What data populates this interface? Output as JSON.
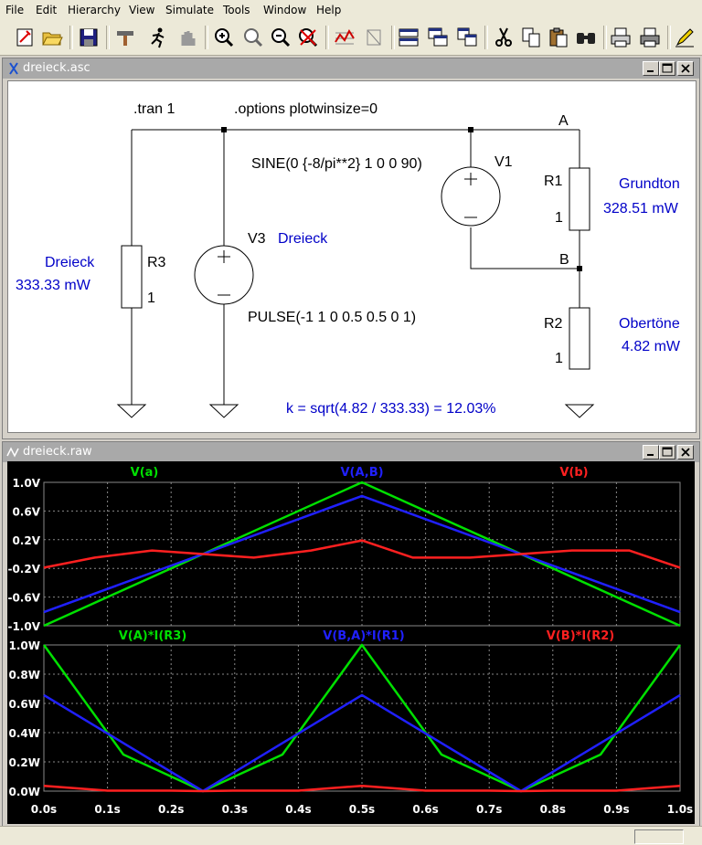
{
  "menu": [
    "File",
    "Edit",
    "Hierarchy",
    "View",
    "Simulate",
    "Tools",
    "Window",
    "Help"
  ],
  "toolbar": {
    "groups": [
      [
        "new-schematic-icon",
        "open-icon"
      ],
      [
        "save-icon"
      ],
      [
        "control-panel-icon",
        "run-icon",
        "halt-icon"
      ],
      [
        "zoom-in-icon",
        "pan-icon",
        "zoom-out-icon",
        "zoom-cancel-icon"
      ],
      [
        "autorange-icon",
        "voltage-marker-icon"
      ],
      [
        "tile-horizontal-icon",
        "cascade-icon",
        "tile-vertical-icon"
      ],
      [
        "cut-icon",
        "copy-icon",
        "paste-icon",
        "find-icon"
      ],
      [
        "print-icon",
        "print-setup-icon"
      ],
      [
        "edit-text-icon"
      ]
    ]
  },
  "schematic_window": {
    "title": "dreieck.asc",
    "directives": {
      "tran": ".tran 1",
      "options": ".options plotwinsize=0"
    },
    "sine_source": "SINE(0 {-8/pi**2} 1 0 0 90)",
    "pulse_source": "PULSE(-1 1 0 0.5 0.5 0 1)",
    "components": {
      "v1": "V1",
      "v3": "V3",
      "r1": "R1",
      "r2": "R2",
      "r3": "R3",
      "r1_value": "1",
      "r2_value": "1",
      "r3_value": "1"
    },
    "nets": {
      "a": "A",
      "b": "B"
    },
    "annotations": {
      "v3_label": "Dreieck",
      "dreieck_label": "Dreieck",
      "dreieck_power": "333.33 mW",
      "grundton_label": "Grundton",
      "grundton_power": "328.51 mW",
      "obertone_label": "Obertöne",
      "obertone_power": "4.82 mW",
      "k_formula": "k = sqrt(4.82 / 333.33) = 12.03%"
    },
    "colors": {
      "annotation": "#0000c8",
      "wire": "#000000"
    }
  },
  "waveform_window": {
    "title": "dreieck.raw",
    "plot1": {
      "traces": [
        {
          "name": "V(a)",
          "color": "#00e000"
        },
        {
          "name": "V(A,B)",
          "color": "#2020ff"
        },
        {
          "name": "V(b)",
          "color": "#ff2020"
        }
      ],
      "y_ticks": [
        "1.0V",
        "0.6V",
        "0.2V",
        "-0.2V",
        "-0.6V",
        "-1.0V"
      ]
    },
    "plot2": {
      "traces": [
        {
          "name": "V(A)*I(R3)",
          "color": "#00e000"
        },
        {
          "name": "V(B,A)*I(R1)",
          "color": "#2020ff"
        },
        {
          "name": "V(B)*I(R2)",
          "color": "#ff2020"
        }
      ],
      "y_ticks": [
        "1.0W",
        "0.8W",
        "0.6W",
        "0.4W",
        "0.2W",
        "0.0W"
      ]
    },
    "x_ticks": [
      "0.0s",
      "0.1s",
      "0.2s",
      "0.3s",
      "0.4s",
      "0.5s",
      "0.6s",
      "0.7s",
      "0.8s",
      "0.9s",
      "1.0s"
    ]
  },
  "chart_data": [
    {
      "type": "line",
      "title": "",
      "x_range": [
        0,
        1
      ],
      "y_range": [
        -1,
        1
      ],
      "grid": true,
      "series": [
        {
          "name": "V(a)",
          "x": [
            0,
            0.5,
            1
          ],
          "y": [
            -1,
            1,
            -1
          ]
        },
        {
          "name": "V(A,B)",
          "x": [
            0,
            0.25,
            0.5,
            0.75,
            1
          ],
          "y": [
            -0.81,
            0,
            0.81,
            0,
            -0.81
          ]
        },
        {
          "name": "V(b)",
          "x": [
            0,
            0.08,
            0.17,
            0.25,
            0.33,
            0.42,
            0.5,
            0.58,
            0.67,
            0.75,
            0.83,
            0.92,
            1
          ],
          "y": [
            -0.19,
            -0.05,
            0.05,
            0,
            -0.05,
            0.05,
            0.19,
            -0.05,
            -0.05,
            0,
            0.05,
            0.05,
            -0.19
          ]
        }
      ]
    },
    {
      "type": "line",
      "title": "",
      "x_range": [
        0,
        1
      ],
      "y_range": [
        0,
        1
      ],
      "grid": true,
      "series": [
        {
          "name": "V(A)*I(R3)",
          "x": [
            0,
            0.125,
            0.25,
            0.375,
            0.5,
            0.625,
            0.75,
            0.875,
            1
          ],
          "y": [
            1,
            0.25,
            0,
            0.25,
            1,
            0.25,
            0,
            0.25,
            1
          ]
        },
        {
          "name": "V(B,A)*I(R1)",
          "x": [
            0,
            0.125,
            0.25,
            0.375,
            0.5,
            0.625,
            0.75,
            0.875,
            1
          ],
          "y": [
            0.657,
            0.329,
            0,
            0.329,
            0.657,
            0.329,
            0,
            0.329,
            0.657
          ]
        },
        {
          "name": "V(B)*I(R2)",
          "x": [
            0,
            0.1,
            0.2,
            0.25,
            0.3,
            0.4,
            0.5,
            0.6,
            0.7,
            0.75,
            0.8,
            0.9,
            1
          ],
          "y": [
            0.036,
            0.003,
            0.003,
            0,
            0.003,
            0.003,
            0.036,
            0.003,
            0.003,
            0,
            0.003,
            0.003,
            0.036
          ]
        }
      ]
    }
  ]
}
